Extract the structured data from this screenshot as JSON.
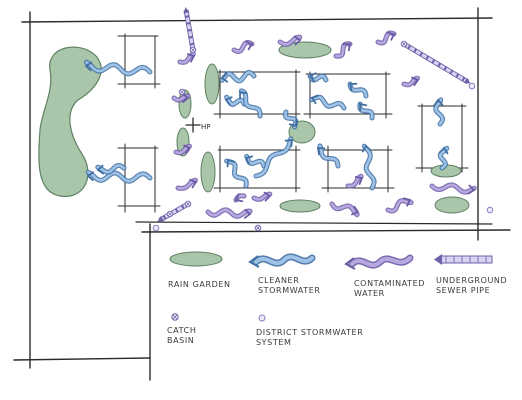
{
  "hp_label": "HP",
  "legend": {
    "rain_garden": [
      "RAIN GARDEN"
    ],
    "cleaner": [
      "CLEANER",
      "STORMWATER"
    ],
    "contaminated": [
      "CONTAMINATED",
      "WATER"
    ],
    "sewer": [
      "UNDERGROUND",
      "SEWER PIPE"
    ],
    "catch_basin": [
      "CATCH",
      "BASIN"
    ],
    "district": [
      "DISTRICT STORMWATER",
      "SYSTEM"
    ]
  },
  "colors": {
    "rain_garden_fill": "#a9c6ab",
    "rain_garden_stroke": "#5f8063",
    "cleaner_fill": "#9fc3e6",
    "cleaner_stroke": "#3f6fa3",
    "contaminated_fill": "#b8a8e0",
    "contaminated_stroke": "#6b5aa6",
    "sewer_fill": "#d9d3f3",
    "sewer_stroke": "#6b63a8",
    "ink": "#2b2b2b"
  }
}
